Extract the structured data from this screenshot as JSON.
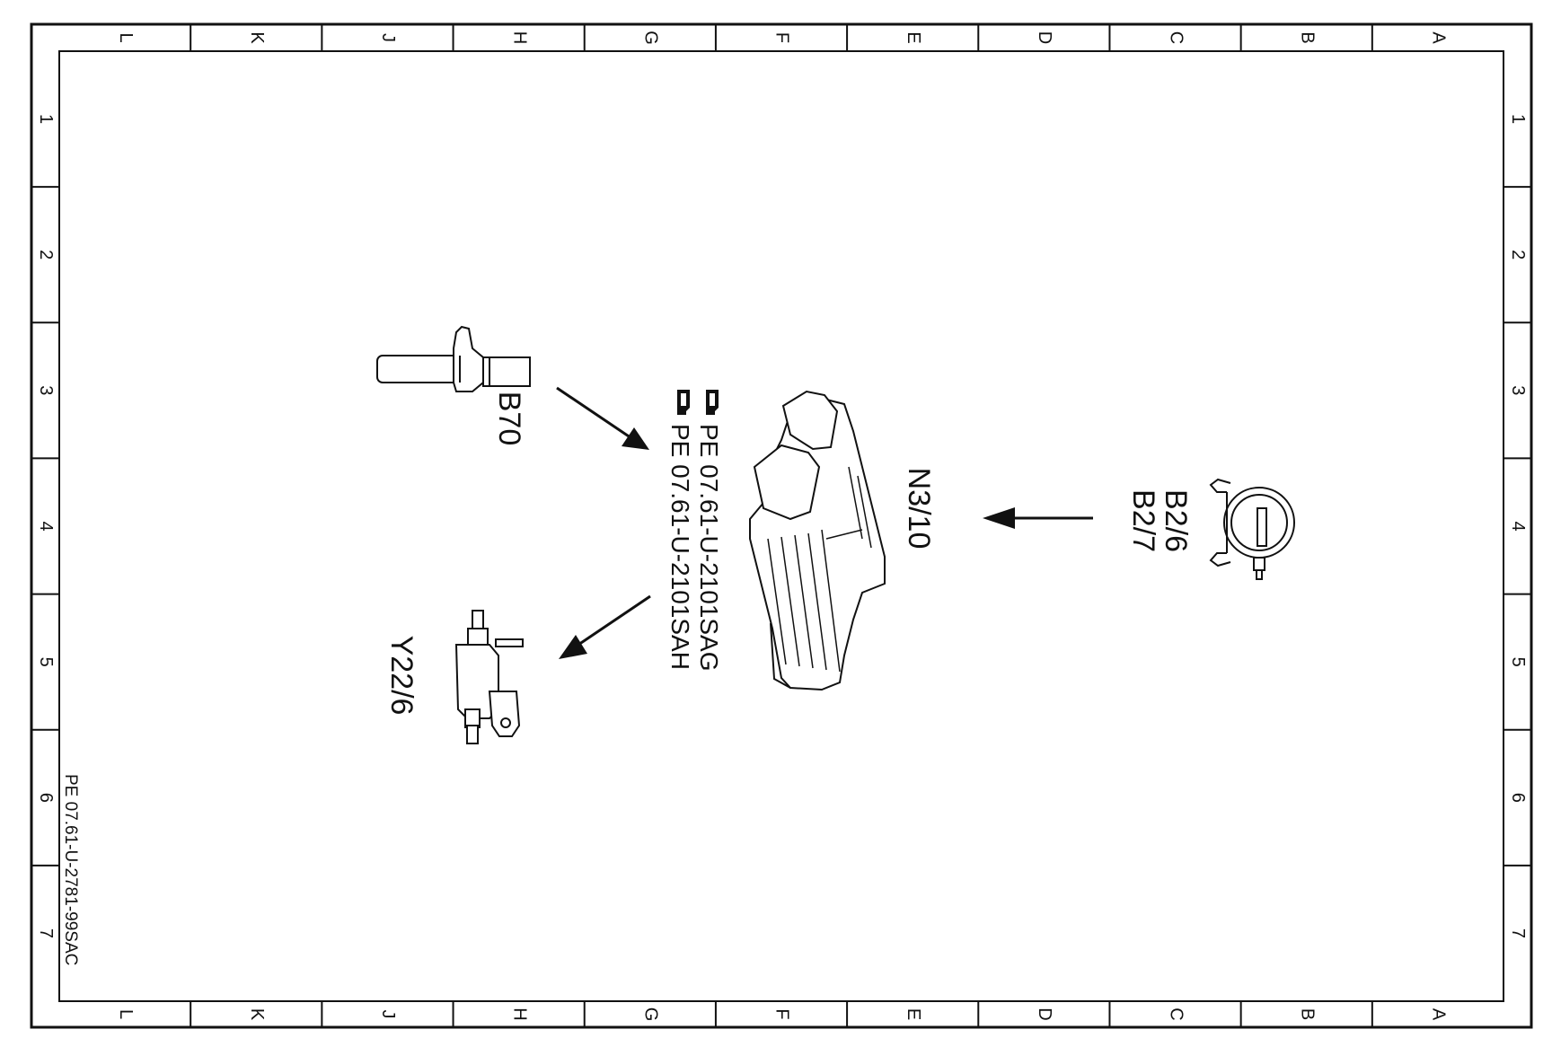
{
  "columns": [
    "L",
    "K",
    "J",
    "H",
    "G",
    "F",
    "E",
    "D",
    "C",
    "B",
    "A"
  ],
  "rows": [
    "1",
    "2",
    "3",
    "4",
    "5",
    "6",
    "7"
  ],
  "components": {
    "b70": "B70",
    "y22_6": "Y22/6",
    "n3_10": "N3/10",
    "b2_6": "B2/6",
    "b2_7": "B2/7"
  },
  "references": {
    "ref1": "PE 07.61-U-2101SAG",
    "ref2": "PE 07.61-U-2101SAH"
  },
  "document_id": "PE 07.61-U-2781-99SAC"
}
